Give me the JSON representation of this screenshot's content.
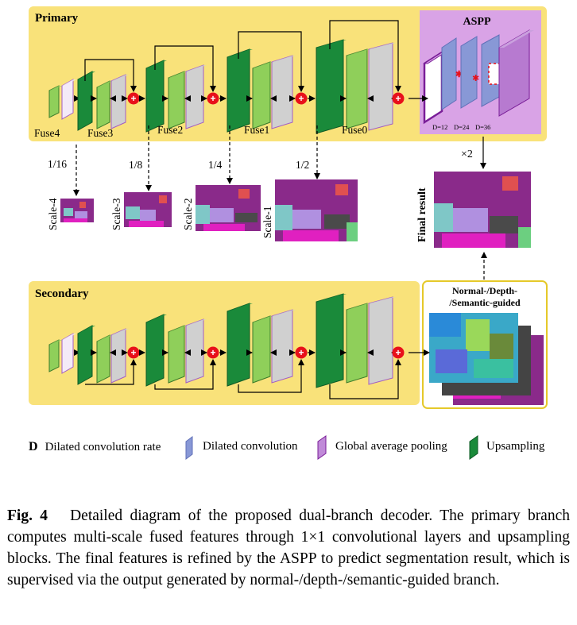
{
  "primary": {
    "title": "Primary",
    "stage_labels": [
      "Fuse4",
      "Fuse3",
      "Fuse2",
      "Fuse1",
      "Fuse0"
    ]
  },
  "aspp": {
    "title": "ASPP",
    "rates": [
      "D=12",
      "D=24",
      "D=36"
    ]
  },
  "upsample_label": "×2",
  "scales": [
    {
      "ratio": "1/16",
      "label": "Scale-4"
    },
    {
      "ratio": "1/8",
      "label": "Scale-3"
    },
    {
      "ratio": "1/4",
      "label": "Scale-2"
    },
    {
      "ratio": "1/2",
      "label": "Scale-1"
    }
  ],
  "final_result_label": "Final result",
  "secondary": {
    "title": "Secondary",
    "guided_title_line1": "Normal-/Depth-",
    "guided_title_line2": "/Semantic-guided"
  },
  "legend": {
    "d_symbol": "D",
    "d_text": "Dilated convolution rate",
    "dilated_text": "Dilated convolution",
    "gap_text": "Global average pooling",
    "upsampling_text": "Upsampling"
  },
  "caption": {
    "label": "Fig. 4",
    "text": "Detailed diagram of the proposed dual-branch decoder. The primary branch computes multi-scale fused features through 1×1 convolutional layers and upsampling blocks. The final features is refined by the ASPP to predict segmentation result, which is supervised via the output generated by normal-/depth-/semantic-guided branch."
  },
  "colors": {
    "panel": "#f9e27a",
    "aspp_bg": "#d9a3e6",
    "dark_green": "#1a8a3a",
    "light_green": "#8fcf5a",
    "purple": "#a25cc4",
    "gray": "#d0d0d0",
    "blue": "#8898d6",
    "red": "#e8101a"
  }
}
